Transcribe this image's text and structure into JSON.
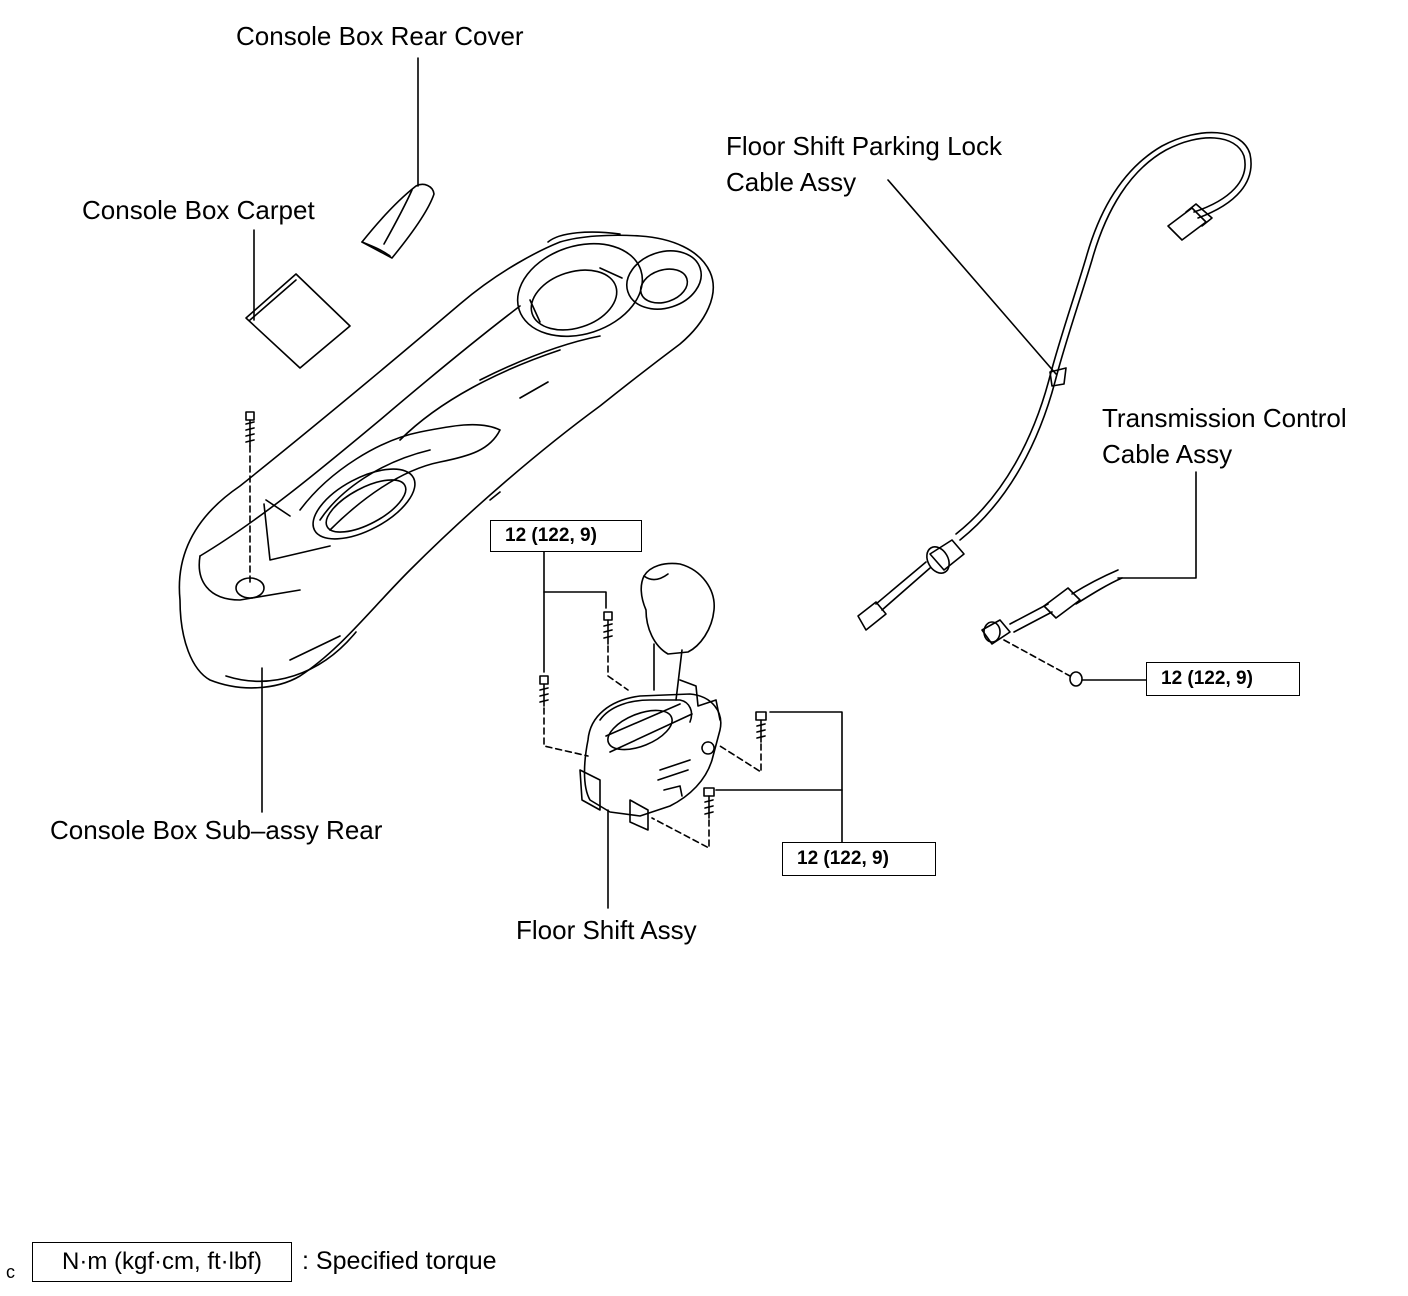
{
  "labels": {
    "rear_cover": "Console Box Rear Cover",
    "carpet": "Console Box Carpet",
    "parking_lock_1": "Floor Shift Parking Lock",
    "parking_lock_2": "Cable Assy",
    "trans_control_1": "Transmission Control",
    "trans_control_2": "Cable Assy",
    "sub_assy_rear": "Console Box Sub–assy Rear",
    "floor_shift": "Floor Shift Assy"
  },
  "torque": {
    "shift_upper": "12 (122, 9)",
    "cable_nut": "12 (122, 9)",
    "shift_lower": "12 (122, 9)"
  },
  "legend": {
    "prefix": "c",
    "unit": "N·m (kgf·cm, ft·lbf)",
    "text": ": Specified torque"
  }
}
